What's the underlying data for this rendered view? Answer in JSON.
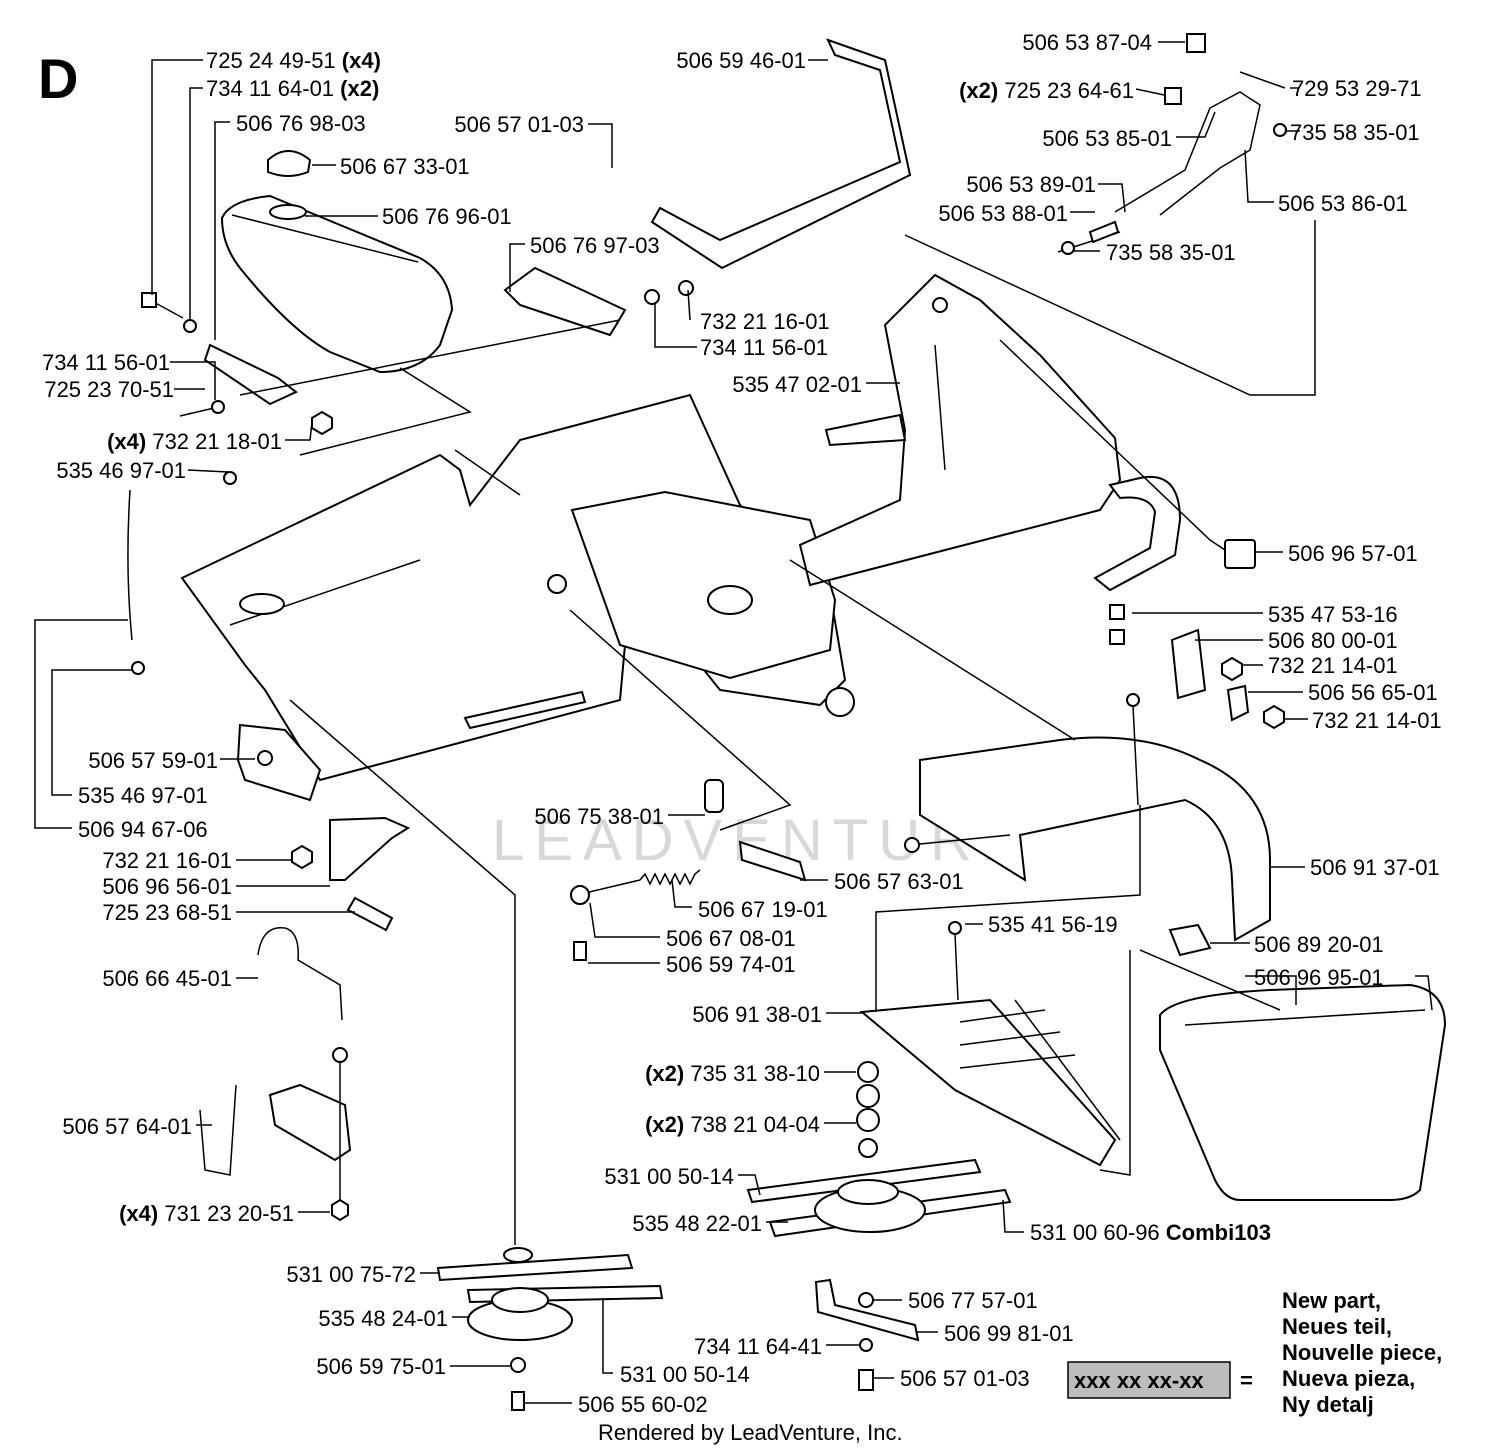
{
  "section_letter": "D",
  "watermark": "LEADVENTURE",
  "footer": "Rendered by LeadVenture, Inc.",
  "legend": {
    "sample_code": "xxx xx xx-xx",
    "equals": "=",
    "lines": [
      "New part,",
      "Neues teil,",
      "Nouvelle piece,",
      "Nueva pieza,",
      "Ny detalj"
    ]
  },
  "callouts": [
    {
      "prefix": "",
      "part": "725 24 49-51",
      "suffix": " (x4)"
    },
    {
      "prefix": "",
      "part": "734 11 64-01",
      "suffix": " (x2)"
    },
    {
      "prefix": "",
      "part": "506 76 98-03",
      "suffix": ""
    },
    {
      "prefix": "",
      "part": "506 67 33-01",
      "suffix": ""
    },
    {
      "prefix": "",
      "part": "506 76 96-01",
      "suffix": ""
    },
    {
      "prefix": "",
      "part": "506 57 01-03",
      "suffix": ""
    },
    {
      "prefix": "",
      "part": "506 59 46-01",
      "suffix": ""
    },
    {
      "prefix": "",
      "part": "506 76 97-03",
      "suffix": ""
    },
    {
      "prefix": "",
      "part": "732 21 16-01",
      "suffix": ""
    },
    {
      "prefix": "",
      "part": "734 11 56-01",
      "suffix": ""
    },
    {
      "prefix": "",
      "part": "734 11 56-01",
      "suffix": ""
    },
    {
      "prefix": "",
      "part": "725 23 70-51",
      "suffix": ""
    },
    {
      "prefix": "(x4) ",
      "part": "732 21 18-01",
      "suffix": ""
    },
    {
      "prefix": "",
      "part": "535 46 97-01",
      "suffix": ""
    },
    {
      "prefix": "",
      "part": "506 53 87-04",
      "suffix": ""
    },
    {
      "prefix": "(x2) ",
      "part": "725 23 64-61",
      "suffix": ""
    },
    {
      "prefix": "",
      "part": "729 53 29-71",
      "suffix": ""
    },
    {
      "prefix": "",
      "part": "506 53 85-01",
      "suffix": ""
    },
    {
      "prefix": "",
      "part": "735 58 35-01",
      "suffix": ""
    },
    {
      "prefix": "",
      "part": "506 53 89-01",
      "suffix": ""
    },
    {
      "prefix": "",
      "part": "506 53 88-01",
      "suffix": ""
    },
    {
      "prefix": "",
      "part": "506 53 86-01",
      "suffix": ""
    },
    {
      "prefix": "",
      "part": "735 58 35-01",
      "suffix": ""
    },
    {
      "prefix": "",
      "part": "535 47 02-01",
      "suffix": ""
    },
    {
      "prefix": "",
      "part": "506 96 57-01",
      "suffix": ""
    },
    {
      "prefix": "",
      "part": "535 47 53-16",
      "suffix": ""
    },
    {
      "prefix": "",
      "part": "506 80 00-01",
      "suffix": ""
    },
    {
      "prefix": "",
      "part": "732 21 14-01",
      "suffix": ""
    },
    {
      "prefix": "",
      "part": "506 56 65-01",
      "suffix": ""
    },
    {
      "prefix": "",
      "part": "732 21 14-01",
      "suffix": ""
    },
    {
      "prefix": "",
      "part": "506 57 59-01",
      "suffix": ""
    },
    {
      "prefix": "",
      "part": "535 46 97-01",
      "suffix": ""
    },
    {
      "prefix": "",
      "part": "506 94 67-06",
      "suffix": ""
    },
    {
      "prefix": "",
      "part": "506 75 38-01",
      "suffix": ""
    },
    {
      "prefix": "",
      "part": "732 21 16-01",
      "suffix": ""
    },
    {
      "prefix": "",
      "part": "506 96 56-01",
      "suffix": ""
    },
    {
      "prefix": "",
      "part": "725 23 68-51",
      "suffix": ""
    },
    {
      "prefix": "",
      "part": "506 57 63-01",
      "suffix": ""
    },
    {
      "prefix": "",
      "part": "506 67 19-01",
      "suffix": ""
    },
    {
      "prefix": "",
      "part": "506 67 08-01",
      "suffix": ""
    },
    {
      "prefix": "",
      "part": "506 59 74-01",
      "suffix": ""
    },
    {
      "prefix": "",
      "part": "506 91 37-01",
      "suffix": ""
    },
    {
      "prefix": "",
      "part": "535 41 56-19",
      "suffix": ""
    },
    {
      "prefix": "",
      "part": "506 89 20-01",
      "suffix": ""
    },
    {
      "prefix": "",
      "part": "506 96 95-01",
      "suffix": ""
    },
    {
      "prefix": "",
      "part": "506 66 45-01",
      "suffix": ""
    },
    {
      "prefix": "",
      "part": "506 91 38-01",
      "suffix": ""
    },
    {
      "prefix": "(x2) ",
      "part": "735 31 38-10",
      "suffix": ""
    },
    {
      "prefix": "(x2) ",
      "part": "738 21 04-04",
      "suffix": ""
    },
    {
      "prefix": "",
      "part": "506 57 64-01",
      "suffix": ""
    },
    {
      "prefix": "",
      "part": "531 00 50-14",
      "suffix": ""
    },
    {
      "prefix": "",
      "part": "535 48 22-01",
      "suffix": ""
    },
    {
      "prefix": "",
      "part": "531 00 60-96",
      "suffix": " Combi103"
    },
    {
      "prefix": "(x4) ",
      "part": "731 23 20-51",
      "suffix": ""
    },
    {
      "prefix": "",
      "part": "531 00 75-72",
      "suffix": ""
    },
    {
      "prefix": "",
      "part": "506 77 57-01",
      "suffix": ""
    },
    {
      "prefix": "",
      "part": "535 48 24-01",
      "suffix": ""
    },
    {
      "prefix": "",
      "part": "506 99 81-01",
      "suffix": ""
    },
    {
      "prefix": "",
      "part": "734 11 64-41",
      "suffix": ""
    },
    {
      "prefix": "",
      "part": "506 59 75-01",
      "suffix": ""
    },
    {
      "prefix": "",
      "part": "531 00 50-14",
      "suffix": ""
    },
    {
      "prefix": "",
      "part": "506 57 01-03",
      "suffix": ""
    },
    {
      "prefix": "",
      "part": "506 55 60-02",
      "suffix": ""
    }
  ]
}
